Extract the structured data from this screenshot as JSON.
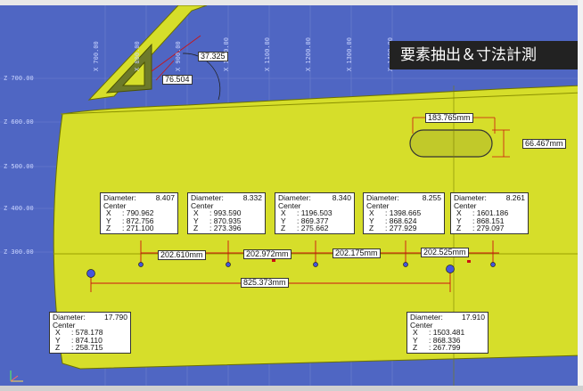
{
  "banner": {
    "text": "要素抽出＆寸法計測"
  },
  "axes": {
    "z_ticks": [
      "Z 700.00",
      "Z 600.00",
      "Z 500.00",
      "Z 400.00",
      "Z 300.00"
    ],
    "x_ticks": [
      "X 700.00",
      "X 800.00",
      "X 900.00",
      "X 1000.00",
      "X 1100.00",
      "X 1200.00",
      "X 1300.00",
      "X 1400.00"
    ],
    "triad": "X Y Z"
  },
  "measurements": {
    "angle_top": "37.325",
    "angle_left": "76.504",
    "window_width": "183.765mm",
    "window_height": "66.467mm",
    "hole_pitch_1": "202.610mm",
    "hole_pitch_2": "202.972mm",
    "hole_pitch_3": "202.175mm",
    "hole_pitch_4": "202.525mm",
    "hole_span": "825.373mm"
  },
  "holes": [
    {
      "label": "Diameter:",
      "diameter": "8.407",
      "center_label": "Center",
      "x": ": 790.962",
      "y": ": 872.756",
      "z": ": 271.100"
    },
    {
      "label": "Diameter:",
      "diameter": "8.332",
      "center_label": "Center",
      "x": ": 993.590",
      "y": ": 870.935",
      "z": ": 273.396"
    },
    {
      "label": "Diameter:",
      "diameter": "8.340",
      "center_label": "Center",
      "x": ": 1196.503",
      "y": ": 869.377",
      "z": ": 275.662"
    },
    {
      "label": "Diameter:",
      "diameter": "8.255",
      "center_label": "Center",
      "x": ": 1398.665",
      "y": ": 868.624",
      "z": ": 277.929"
    },
    {
      "label": "Diameter:",
      "diameter": "8.261",
      "center_label": "Center",
      "x": ": 1601.186",
      "y": ": 868.151",
      "z": ": 279.097"
    }
  ],
  "large_holes": [
    {
      "label": "Diameter:",
      "diameter": "17.790",
      "center_label": "Center",
      "x": ": 578.178",
      "y": ": 874.110",
      "z": ": 258.715"
    },
    {
      "label": "Diameter:",
      "diameter": "17.910",
      "center_label": "Center",
      "x": ": 1503.481",
      "y": ": 868.336",
      "z": ": 267.799"
    }
  ],
  "axis_letters": {
    "x": "X",
    "y": "Y",
    "z": "Z"
  },
  "colors": {
    "viewport": "#4f66c3",
    "panel": "#d6de2a",
    "banner": "#222222",
    "leader": "#cc1111"
  }
}
